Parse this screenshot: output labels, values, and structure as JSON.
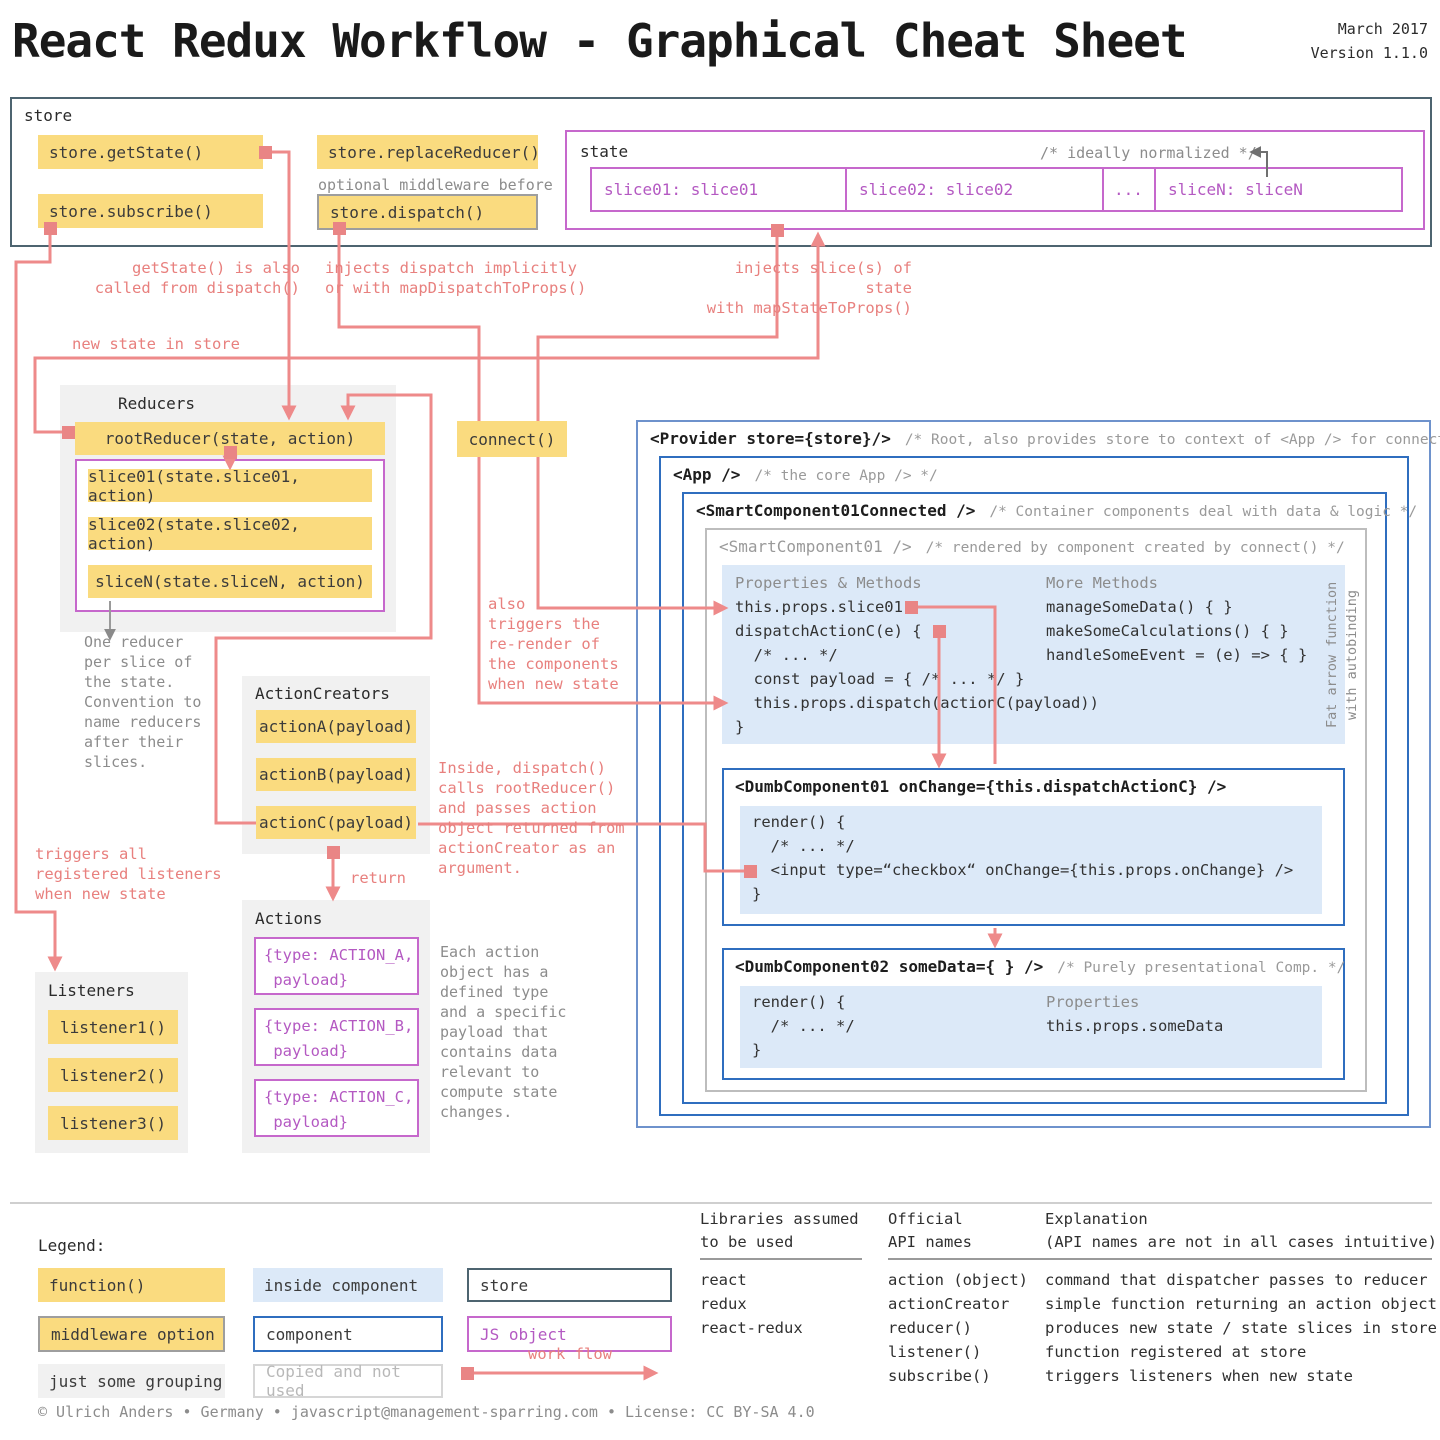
{
  "header": {
    "title": "React Redux Workflow - Graphical Cheat Sheet",
    "date": "March 2017",
    "version": "Version 1.1.0"
  },
  "store": {
    "label": "store",
    "get_state": "store.getState()",
    "subscribe": "store.subscribe()",
    "replace_reducer": "store.replaceReducer()",
    "middleware_note": "optional middleware before",
    "dispatch": "store.dispatch()"
  },
  "state": {
    "label": "state",
    "comment": "/* ideally normalized */",
    "slices": [
      "slice01: slice01",
      "slice02: slice02",
      "...",
      "sliceN: sliceN"
    ]
  },
  "reducers": {
    "title": "Reducers",
    "root": "rootReducer(state, action)",
    "slices": [
      "slice01(state.slice01, action)",
      "slice02(state.slice02, action)",
      "sliceN(state.sliceN, action)"
    ],
    "note": "One reducer\nper slice of\nthe state.\nConvention to\nname reducers\nafter their\nslices."
  },
  "connect": {
    "label": "connect()"
  },
  "action_creators": {
    "title": "ActionCreators",
    "items": [
      "actionA(payload)",
      "actionB(payload)",
      "actionC(payload)"
    ],
    "return_label": "return"
  },
  "actions": {
    "title": "Actions",
    "items": [
      [
        "{type: ACTION_A,",
        " payload}"
      ],
      [
        "{type: ACTION_B,",
        " payload}"
      ],
      [
        "{type: ACTION_C,",
        " payload}"
      ]
    ],
    "note": "Each action\nobject has a\ndefined type\nand a specific\npayload that\ncontains data\nrelevant to\ncompute state\nchanges."
  },
  "listeners": {
    "title": "Listeners",
    "items": [
      "listener1()",
      "listener2()",
      "listener3()"
    ]
  },
  "annotations": {
    "getstate_note": "getState() is also\ncalled from dispatch()",
    "dispatch_note": "injects dispatch implicitly\nor with mapDispatchToProps()",
    "state_note": "injects slice(s) of state\nwith mapStateToProps()",
    "new_state": "new state in store",
    "rerender_note": "also\ntriggers the\nre-render of\nthe components\nwhen new state",
    "inside_note": "Inside, dispatch()\ncalls rootReducer()\nand passes action\nobject returned from\nactionCreator as an\nargument.",
    "listeners_note": "triggers all\nregistered listeners\nwhen new state"
  },
  "tree": {
    "provider_title": "<Provider store={store}/>",
    "provider_comment": "/* Root, also provides store to context of <App /> for connect() */",
    "app_title": "<App />",
    "app_comment": "/* the core App /> */",
    "connected_title": "<SmartComponent01Connected />",
    "connected_comment": "/* Container components deal with data & logic */",
    "smart_title": "<SmartComponent01 />",
    "smart_comment": "/* rendered by component created by connect() */",
    "props": {
      "left_header": "Properties & Methods",
      "left_lines": [
        "this.props.slice01",
        "dispatchActionC(e) {",
        "  /* ... */",
        "  const payload = { /* ... */ }",
        "  this.props.dispatch(actionC(payload))",
        "}"
      ],
      "right_header": "More Methods",
      "right_lines": [
        "manageSomeData() { }",
        "makeSomeCalculations() { }",
        "handleSomeEvent = (e) => { }"
      ],
      "side_note_1": "Fat arrow function",
      "side_note_2": "with autobinding"
    },
    "dumb1": {
      "title": "<DumbComponent01 onChange={this.dispatchActionC} />",
      "lines": [
        "render() {",
        "  /* ... */",
        "  <input type=“checkbox“ onChange={this.props.onChange} />",
        "}"
      ]
    },
    "dumb2": {
      "title": "<DumbComponent02 someData={ } />",
      "comment": "/* Purely presentational Comp. */",
      "lines": [
        "render() {",
        "  /* ... */",
        "}"
      ],
      "props_header": "Properties",
      "props_line": "this.props.someData"
    }
  },
  "legend": {
    "title": "Legend:",
    "function_label": "function()",
    "middleware_label": "middleware option",
    "grouping_label": "just some grouping",
    "inside_label": "inside component",
    "component_label": "component",
    "copied_label": "Copied and not used",
    "store_label": "store",
    "jsobject_label": "JS object",
    "workflow_label": "work flow"
  },
  "api_table": {
    "libraries_header": "Libraries assumed\nto be used",
    "libraries": [
      "react",
      "redux",
      "react-redux"
    ],
    "api_header": "Official\nAPI names",
    "explanation_header": "Explanation\n(API names are not in all cases intuitive)",
    "rows": [
      [
        "action (object)",
        "command that dispatcher passes to reducer"
      ],
      [
        "actionCreator",
        "simple function returning an action object"
      ],
      [
        "reducer()",
        "produces new state / state slices in store"
      ],
      [
        "listener()",
        "function registered at store"
      ],
      [
        "subscribe()",
        "triggers listeners when new state"
      ]
    ]
  },
  "footer": "© Ulrich Anders • Germany • javascript@management-sparring.com • License: CC BY-SA 4.0"
}
